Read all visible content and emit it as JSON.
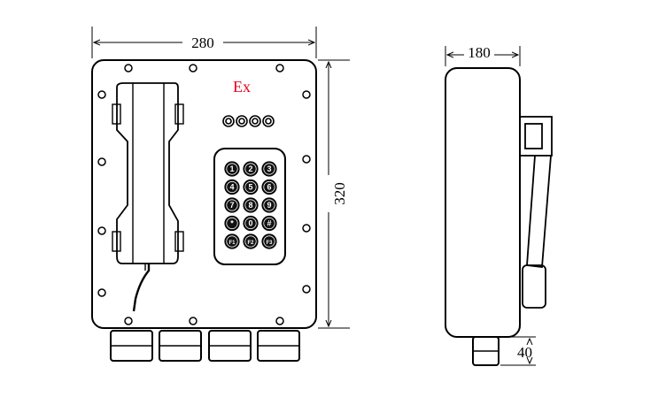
{
  "front_view": {
    "width_dim": "280",
    "height_dim": "320",
    "ex_mark": "Ex",
    "ex_color": "#e8001c",
    "keypad_keys": [
      "1",
      "2",
      "3",
      "4",
      "5",
      "6",
      "7",
      "8",
      "9",
      "*",
      "0",
      "#",
      "F1",
      "F2",
      "F3"
    ]
  },
  "side_view": {
    "depth_dim": "180",
    "gland_dim": "40"
  }
}
